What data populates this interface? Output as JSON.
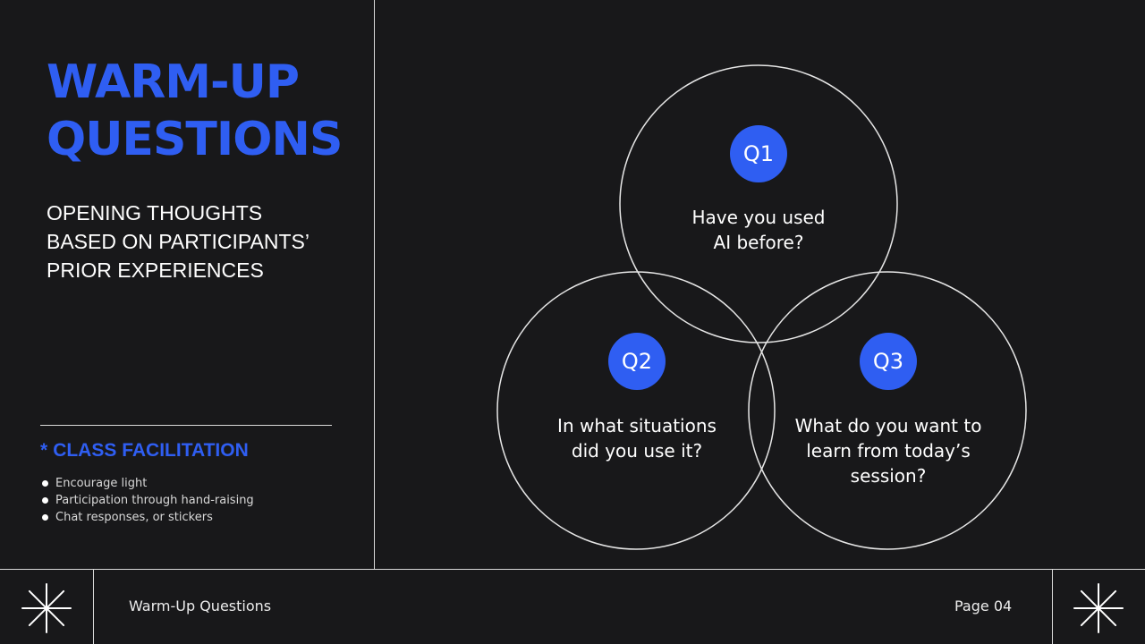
{
  "slide": {
    "title_lines": [
      "WARM-UP",
      "QUESTIONS"
    ],
    "subtitle_lines": [
      "OPENING THOUGHTS",
      "BASED ON PARTICIPANTS’",
      "PRIOR EXPERIENCES"
    ]
  },
  "facilitation": {
    "star": "*",
    "heading": "CLASS FACILITATION",
    "items": [
      "Encourage light",
      "Participation through hand-raising",
      "Chat responses, or stickers"
    ]
  },
  "questions": [
    {
      "badge": "Q1",
      "lines": [
        "Have you used",
        "AI before?"
      ]
    },
    {
      "badge": "Q2",
      "lines": [
        "In what situations",
        "did you use it?"
      ]
    },
    {
      "badge": "Q3",
      "lines": [
        "What do you want to",
        "learn from today’s",
        "session?"
      ]
    }
  ],
  "footer": {
    "label": "Warm-Up Questions",
    "page": "Page 04"
  },
  "colors": {
    "background": "#18181a",
    "accent": "#2f5ef2",
    "line": "#d9d9d9"
  },
  "icons": {
    "footer_left": "asterisk-icon",
    "footer_right": "asterisk-icon"
  }
}
